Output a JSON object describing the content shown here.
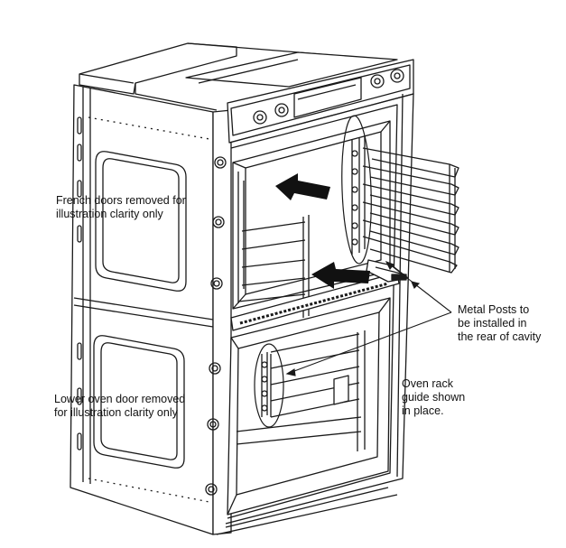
{
  "callouts": {
    "french_doors": [
      "French doors removed for",
      "illustration clarity only"
    ],
    "lower_door": [
      "Lower oven door removed",
      "for illustration clarity only"
    ],
    "metal_posts": [
      "Metal Posts to",
      "be installed in",
      "the rear of cavity"
    ],
    "rack_guide": [
      "Oven rack",
      "guide shown",
      "in place."
    ]
  },
  "colors": {
    "line": "#1a1a1a",
    "arrow": "#111111",
    "gray": "#888888"
  }
}
